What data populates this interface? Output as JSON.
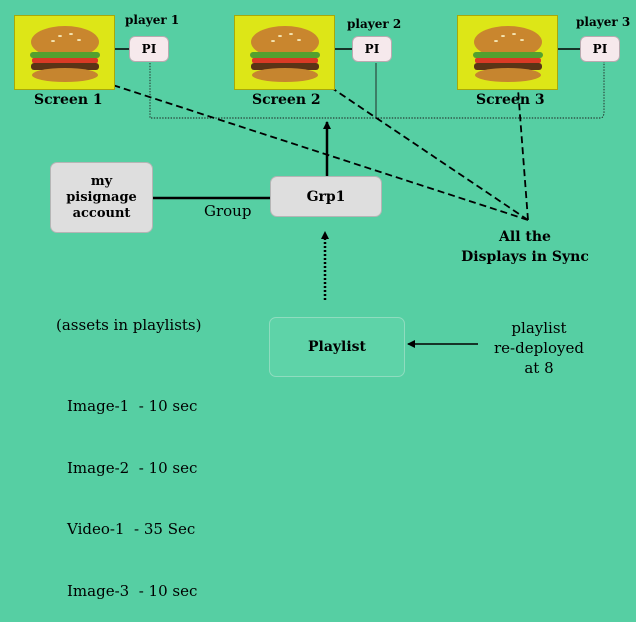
{
  "players": [
    {
      "screen_label": "Screen 1",
      "player_label": "player 1",
      "pi_label": "PI"
    },
    {
      "screen_label": "Screen 2",
      "player_label": "player 2",
      "pi_label": "PI"
    },
    {
      "screen_label": "Screen 3",
      "player_label": "player 3",
      "pi_label": "PI"
    }
  ],
  "account": {
    "label": "my pisignage account"
  },
  "group": {
    "box_label": "Grp1",
    "link_label": "Group"
  },
  "sync_note": {
    "line1": "All the",
    "line2": "Displays in Sync"
  },
  "playlist": {
    "label": "Playlist"
  },
  "redeploy_note": {
    "line1": "playlist",
    "line2": "re-deployed",
    "line3": "at 8"
  },
  "assets": {
    "heading": "(assets in playlists)",
    "items": [
      "Image-1  - 10 sec",
      "Image-2  - 10 sec",
      "Video-1  - 35 Sec",
      "Image-3  - 10 sec"
    ]
  },
  "colors": {
    "background": "#56cfa3",
    "screen_fill": "#dde617",
    "playlist_fill": "#5ed3a8"
  },
  "icons": {
    "screen_content": "burger-image"
  }
}
